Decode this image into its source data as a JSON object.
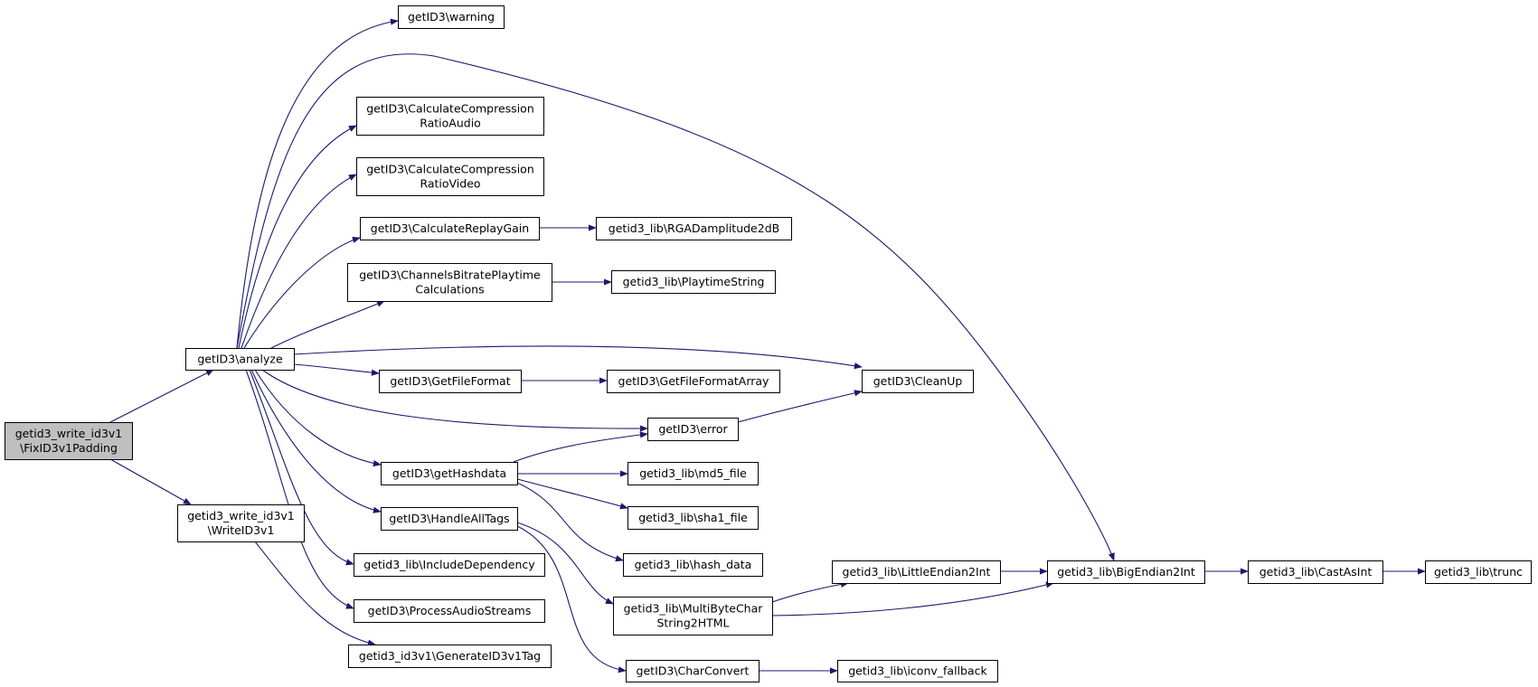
{
  "diagram": {
    "type": "call-graph",
    "colors": {
      "edge": "#191970",
      "root_fill": "#bfbfbf",
      "node_fill": "#ffffff",
      "node_stroke": "#000000"
    },
    "nodes": [
      {
        "id": "root",
        "lines": [
          "getid3_write_id3v1",
          "\\FixID3v1Padding"
        ],
        "highlighted": true
      },
      {
        "id": "analyze",
        "lines": [
          "getID3\\analyze"
        ]
      },
      {
        "id": "writeid3v1",
        "lines": [
          "getid3_write_id3v1",
          "\\WriteID3v1"
        ]
      },
      {
        "id": "warning",
        "lines": [
          "getID3\\warning"
        ]
      },
      {
        "id": "ccaudio",
        "lines": [
          "getID3\\CalculateCompression",
          "RatioAudio"
        ]
      },
      {
        "id": "ccvideo",
        "lines": [
          "getID3\\CalculateCompression",
          "RatioVideo"
        ]
      },
      {
        "id": "replaygain",
        "lines": [
          "getID3\\CalculateReplayGain"
        ]
      },
      {
        "id": "channels",
        "lines": [
          "getID3\\ChannelsBitratePlaytime",
          "Calculations"
        ]
      },
      {
        "id": "getfileformat",
        "lines": [
          "getID3\\GetFileFormat"
        ]
      },
      {
        "id": "error",
        "lines": [
          "getID3\\error"
        ]
      },
      {
        "id": "gethashdata",
        "lines": [
          "getID3\\getHashdata"
        ]
      },
      {
        "id": "handlealltags",
        "lines": [
          "getID3\\HandleAllTags"
        ]
      },
      {
        "id": "includedep",
        "lines": [
          "getid3_lib\\IncludeDependency"
        ]
      },
      {
        "id": "processaudio",
        "lines": [
          "getID3\\ProcessAudioStreams"
        ]
      },
      {
        "id": "generatetag",
        "lines": [
          "getid3_id3v1\\GenerateID3v1Tag"
        ]
      },
      {
        "id": "rgad",
        "lines": [
          "getid3_lib\\RGADamplitude2dB"
        ]
      },
      {
        "id": "playtime",
        "lines": [
          "getid3_lib\\PlaytimeString"
        ]
      },
      {
        "id": "getfileformatarray",
        "lines": [
          "getID3\\GetFileFormatArray"
        ]
      },
      {
        "id": "md5",
        "lines": [
          "getid3_lib\\md5_file"
        ]
      },
      {
        "id": "sha1",
        "lines": [
          "getid3_lib\\sha1_file"
        ]
      },
      {
        "id": "hashdata",
        "lines": [
          "getid3_lib\\hash_data"
        ]
      },
      {
        "id": "multibyte",
        "lines": [
          "getid3_lib\\MultiByteChar",
          "String2HTML"
        ]
      },
      {
        "id": "charconvert",
        "lines": [
          "getID3\\CharConvert"
        ]
      },
      {
        "id": "cleanup",
        "lines": [
          "getID3\\CleanUp"
        ]
      },
      {
        "id": "littleendian",
        "lines": [
          "getid3_lib\\LittleEndian2Int"
        ]
      },
      {
        "id": "bigendian",
        "lines": [
          "getid3_lib\\BigEndian2Int"
        ]
      },
      {
        "id": "iconv",
        "lines": [
          "getid3_lib\\iconv_fallback"
        ]
      },
      {
        "id": "castasint",
        "lines": [
          "getid3_lib\\CastAsInt"
        ]
      },
      {
        "id": "trunc",
        "lines": [
          "getid3_lib\\trunc"
        ]
      }
    ],
    "edges": [
      {
        "from": "root",
        "to": "analyze"
      },
      {
        "from": "root",
        "to": "writeid3v1"
      },
      {
        "from": "analyze",
        "to": "warning"
      },
      {
        "from": "analyze",
        "to": "bigendian"
      },
      {
        "from": "analyze",
        "to": "ccaudio"
      },
      {
        "from": "analyze",
        "to": "ccvideo"
      },
      {
        "from": "analyze",
        "to": "replaygain"
      },
      {
        "from": "analyze",
        "to": "channels"
      },
      {
        "from": "analyze",
        "to": "cleanup"
      },
      {
        "from": "analyze",
        "to": "getfileformat"
      },
      {
        "from": "analyze",
        "to": "error"
      },
      {
        "from": "analyze",
        "to": "gethashdata"
      },
      {
        "from": "analyze",
        "to": "handlealltags"
      },
      {
        "from": "analyze",
        "to": "includedep"
      },
      {
        "from": "analyze",
        "to": "processaudio"
      },
      {
        "from": "writeid3v1",
        "to": "generatetag"
      },
      {
        "from": "replaygain",
        "to": "rgad"
      },
      {
        "from": "channels",
        "to": "playtime"
      },
      {
        "from": "getfileformat",
        "to": "getfileformatarray"
      },
      {
        "from": "error",
        "to": "cleanup"
      },
      {
        "from": "gethashdata",
        "to": "error"
      },
      {
        "from": "gethashdata",
        "to": "md5"
      },
      {
        "from": "gethashdata",
        "to": "sha1"
      },
      {
        "from": "gethashdata",
        "to": "hashdata"
      },
      {
        "from": "handlealltags",
        "to": "multibyte"
      },
      {
        "from": "handlealltags",
        "to": "charconvert"
      },
      {
        "from": "multibyte",
        "to": "littleendian"
      },
      {
        "from": "multibyte",
        "to": "bigendian"
      },
      {
        "from": "littleendian",
        "to": "bigendian"
      },
      {
        "from": "bigendian",
        "to": "castasint"
      },
      {
        "from": "castasint",
        "to": "trunc"
      },
      {
        "from": "charconvert",
        "to": "iconv"
      }
    ]
  }
}
